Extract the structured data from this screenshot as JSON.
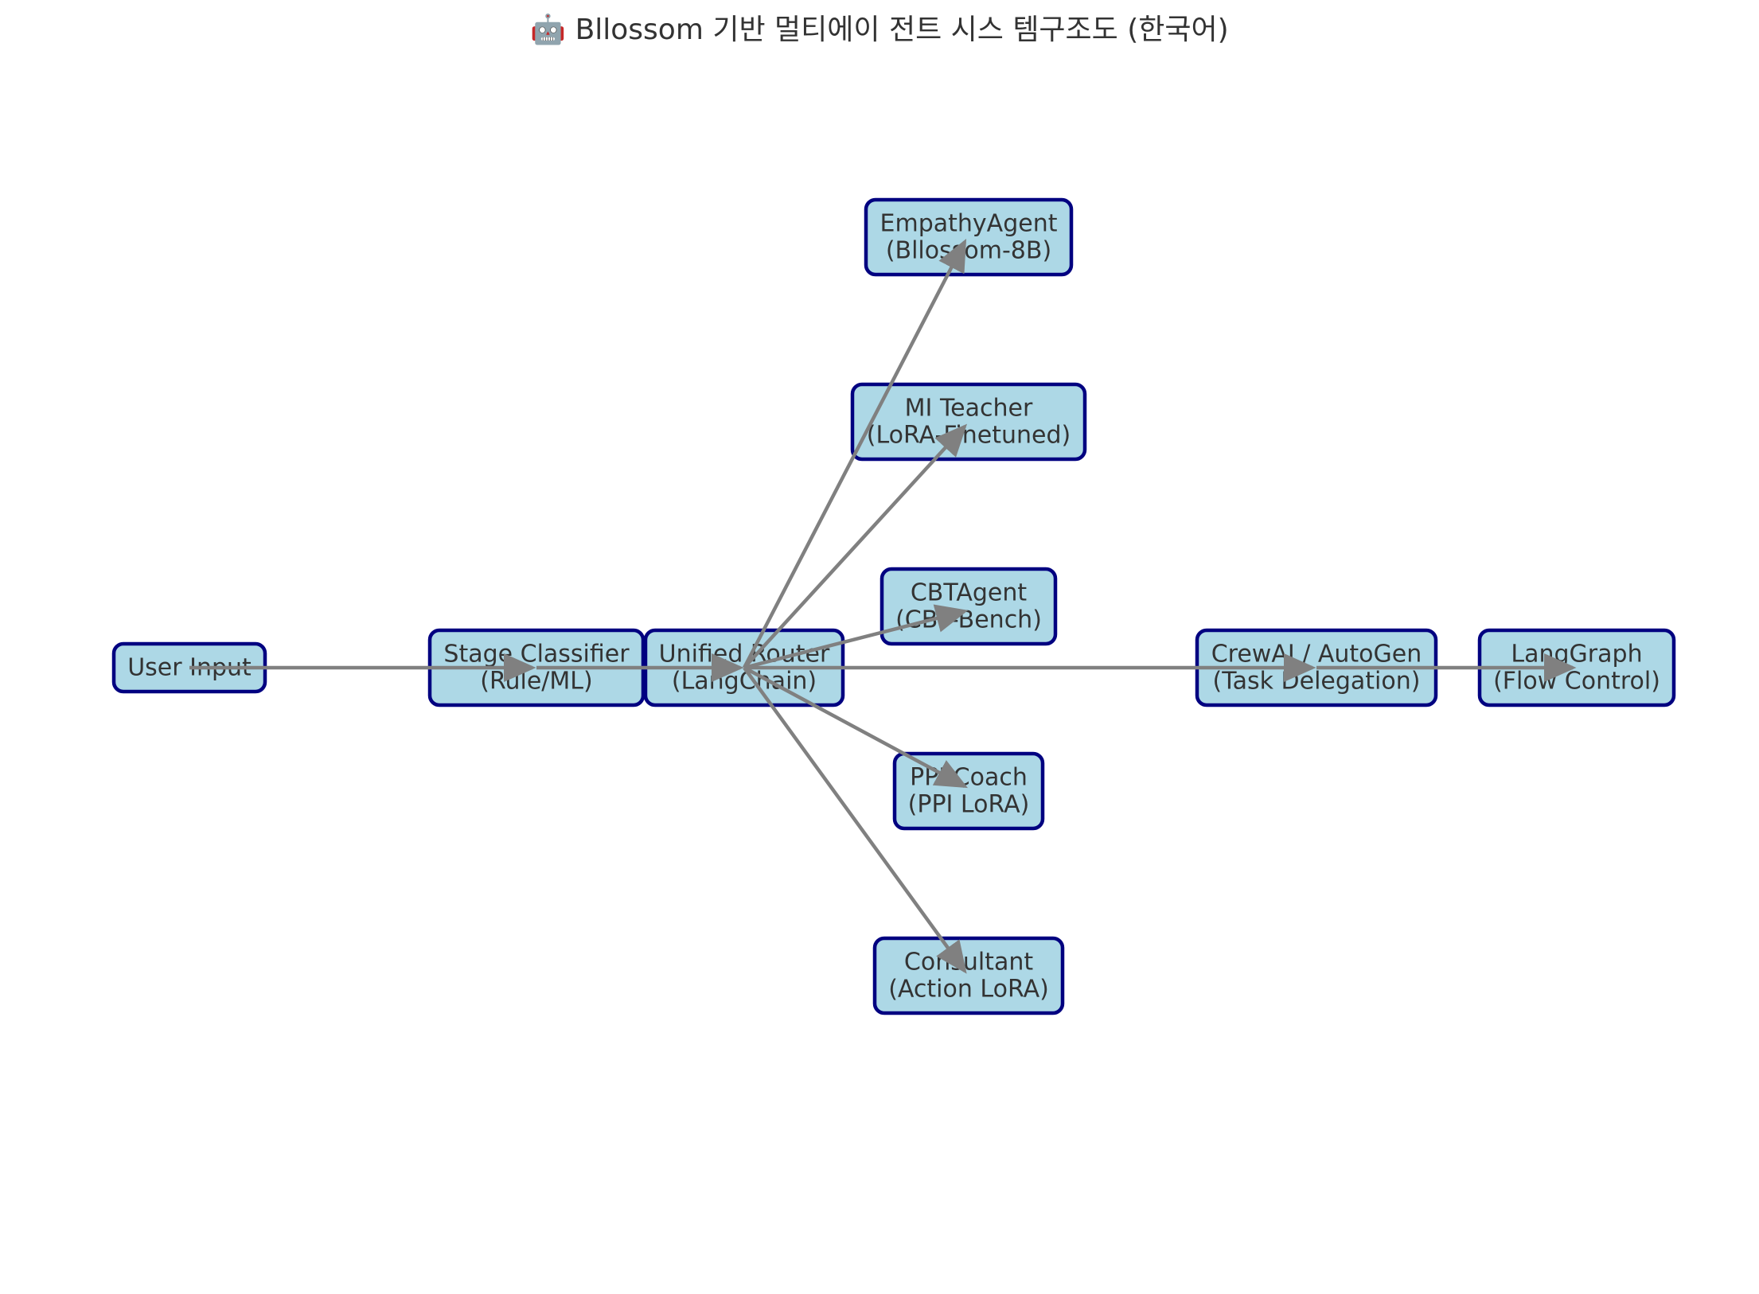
{
  "title": "🤖 Bllossom 기반 멀티에이 전트 시스 템구조도 (한국어)",
  "nodes": [
    {
      "id": "user-input",
      "lines": [
        "User Input"
      ]
    },
    {
      "id": "stage-classifier",
      "lines": [
        "Stage Classifier",
        "(Rule/ML)"
      ]
    },
    {
      "id": "unified-router",
      "lines": [
        "Unified Router",
        "(LangChain)"
      ]
    },
    {
      "id": "empathy-agent",
      "lines": [
        "EmpathyAgent",
        "(Bllossom-8B)"
      ]
    },
    {
      "id": "mi-teacher",
      "lines": [
        "MI Teacher",
        "(LoRA-Finetuned)"
      ]
    },
    {
      "id": "cbt-agent",
      "lines": [
        "CBTAgent",
        "(CBT-Bench)"
      ]
    },
    {
      "id": "ppi-coach",
      "lines": [
        "PPI Coach",
        "(PPI LoRA)"
      ]
    },
    {
      "id": "consultant",
      "lines": [
        "Consultant",
        "(Action LoRA)"
      ]
    },
    {
      "id": "crewai-autogen",
      "lines": [
        "CrewAI / AutoGen",
        "(Task Delegation)"
      ]
    },
    {
      "id": "langgraph",
      "lines": [
        "LangGraph",
        "(Flow Control)"
      ]
    }
  ],
  "edges": [
    {
      "from": "user-input",
      "to": "stage-classifier"
    },
    {
      "from": "stage-classifier",
      "to": "unified-router"
    },
    {
      "from": "unified-router",
      "to": "empathy-agent"
    },
    {
      "from": "unified-router",
      "to": "mi-teacher"
    },
    {
      "from": "unified-router",
      "to": "cbt-agent"
    },
    {
      "from": "unified-router",
      "to": "ppi-coach"
    },
    {
      "from": "unified-router",
      "to": "consultant"
    },
    {
      "from": "unified-router",
      "to": "crewai-autogen"
    },
    {
      "from": "crewai-autogen",
      "to": "langgraph"
    }
  ],
  "colors": {
    "node_fill": "#add8e6",
    "node_border": "#000080",
    "edge": "#808080",
    "text": "#333333"
  }
}
